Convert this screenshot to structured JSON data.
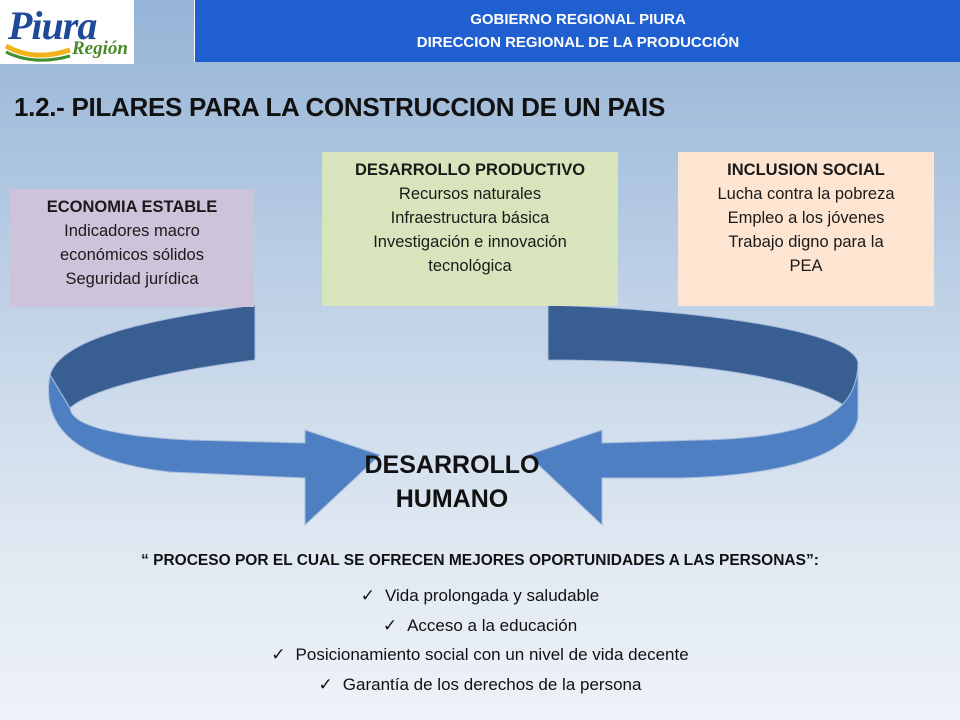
{
  "logo": {
    "main": "Piura",
    "sub": "Región"
  },
  "header": {
    "line1": "GOBIERNO REGIONAL PIURA",
    "line2": "DIRECCION REGIONAL DE LA PRODUCCIÓN"
  },
  "title": "1.2.- PILARES  PARA LA CONSTRUCCION  DE UN PAIS",
  "pillars": {
    "economia": {
      "title": "ECONOMIA ESTABLE",
      "lines": [
        "Indicadores macro",
        "económicos sólidos",
        "Seguridad jurídica"
      ],
      "color": "#cdc4db"
    },
    "productivo": {
      "title": "DESARROLLO PRODUCTIVO",
      "lines": [
        "Recursos naturales",
        "Infraestructura básica",
        "Investigación e innovación",
        "tecnológica"
      ],
      "color": "#d8e4bc"
    },
    "inclusion": {
      "title": "INCLUSION SOCIAL",
      "lines": [
        "Lucha contra la pobreza",
        "Empleo a los jóvenes",
        "Trabajo digno para la",
        "PEA"
      ],
      "color": "#fde5d2"
    }
  },
  "center": {
    "line1": "DESARROLLO",
    "line2": "HUMANO"
  },
  "quote": "“ PROCESO POR EL CUAL  SE OFRECEN MEJORES OPORTUNIDADES A LAS PERSONAS”:",
  "list": [
    "Vida prolongada y saludable",
    "Acceso a la educación",
    "Posicionamiento social con un nivel de vida decente",
    "Garantía de los derechos de la persona"
  ],
  "colors": {
    "arrow_light": "#4f7fc3",
    "arrow_dark": "#395e92",
    "header": "#1f5fcf"
  }
}
